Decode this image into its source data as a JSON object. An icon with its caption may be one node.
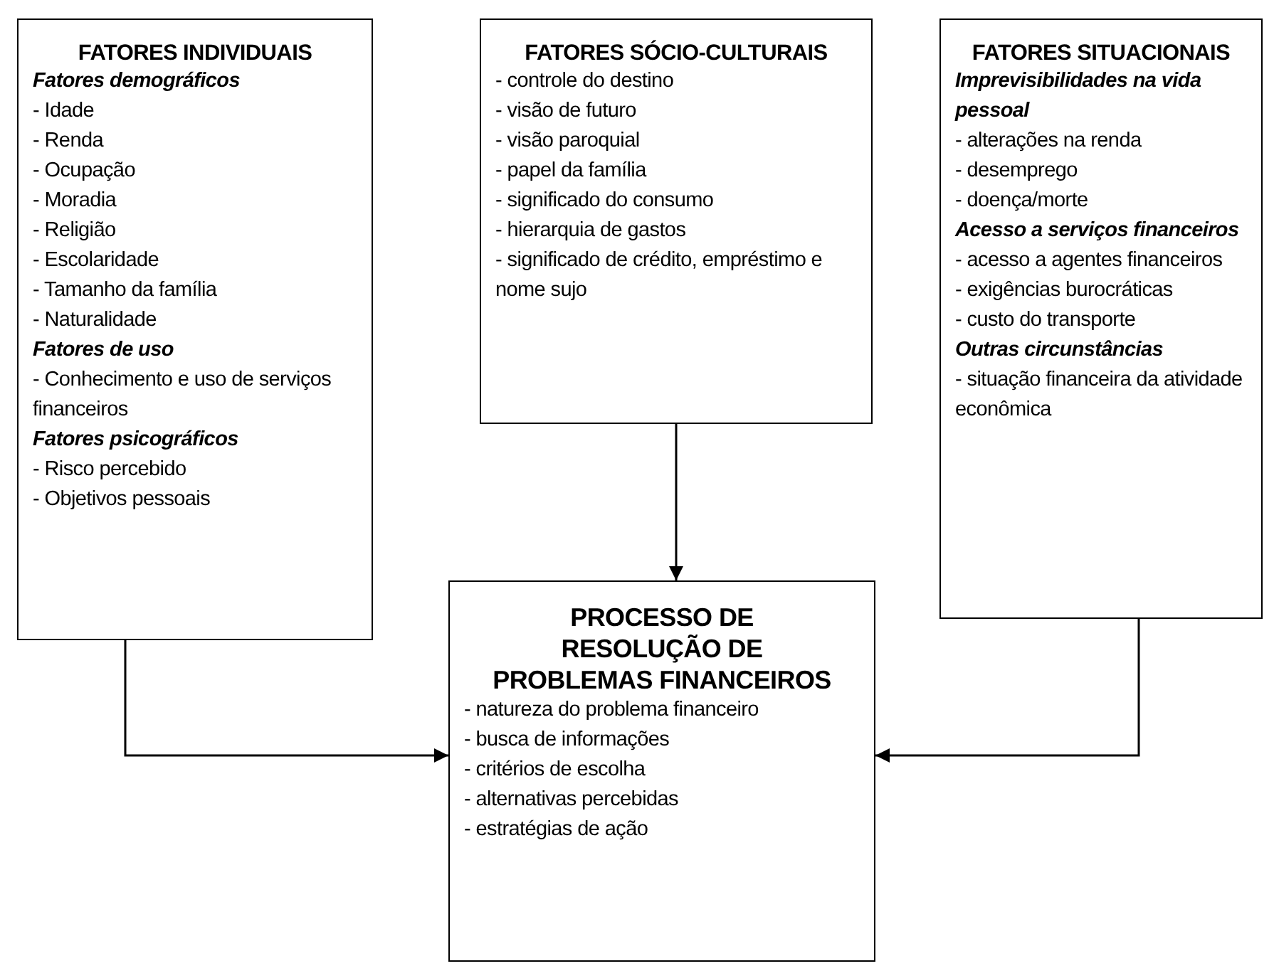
{
  "diagram": {
    "nodes": [
      {
        "text": [
          "FATORES INDIVIDUAIS",
          "*Fatores demográficos*",
          "- Idade",
          "- Renda",
          "- Ocupação",
          "- Moradia",
          "- Religião",
          "- Escolaridade",
          "- Tamanho da família",
          "- Naturalidade",
          "*Fatores de uso*",
          "- Conhecimento e uso de serviços financeiros",
          "*Fatores psicográficos*",
          "- Risco percebido",
          "- Objetivos pessoais"
        ]
      },
      {
        "text": [
          "FATORES SÓCIO-CULTURAIS",
          "- controle do destino",
          "- visão de futuro",
          "- visão paroquial",
          "- papel da família",
          "- significado do consumo",
          "- hierarquia de gastos",
          "- significado de crédito, empréstimo e nome sujo"
        ]
      },
      {
        "text": [
          "FATORES SITUACIONAIS",
          "*Imprevisibilidades na vida pessoal*",
          "- alterações na renda",
          "- desemprego",
          "- doença/morte",
          "*Acesso a serviços financeiros*",
          "- acesso a agentes financeiros",
          "- exigências burocráticas",
          "- custo do transporte",
          "*Outras circunstâncias*",
          "- situação financeira da atividade econômica"
        ]
      },
      {
        "text": [
          "PROCESSO DE RESOLUÇÃO DE PROBLEMAS FINANCEIROS",
          "- natureza do problema financeiro",
          "- busca de informações",
          "- critérios de escolha",
          "- alternativas percebidas",
          "- estratégias de ação"
        ]
      }
    ],
    "edges": [
      {
        "from": 0,
        "to": 3,
        "arrow": "to"
      },
      {
        "from": 1,
        "to": 3,
        "arrow": "to"
      },
      {
        "from": 2,
        "to": 3,
        "arrow": "to"
      }
    ]
  }
}
